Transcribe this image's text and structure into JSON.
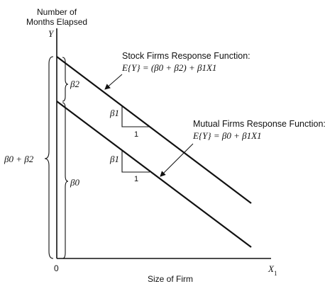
{
  "axes": {
    "y_title_line1": "Number of",
    "y_title_line2": "Months Elapsed",
    "y_symbol": "Y",
    "x_title": "Size of Firm",
    "x_symbol": "X",
    "x_symbol_sub": "1",
    "origin": "0"
  },
  "stock": {
    "title": "Stock Firms Response Function:",
    "equation": "E{Y} = (β0 + β2) + β1X1",
    "slope_label": "β1",
    "run_label": "1"
  },
  "mutual": {
    "title": "Mutual Firms Response Function:",
    "equation": "E{Y} = β0 + β1X1",
    "slope_label": "β1",
    "run_label": "1"
  },
  "braces": {
    "beta2": "β2",
    "beta0": "β0",
    "total": "β0 + β2"
  },
  "colors": {
    "ink": "#111111",
    "background": "#ffffff"
  }
}
